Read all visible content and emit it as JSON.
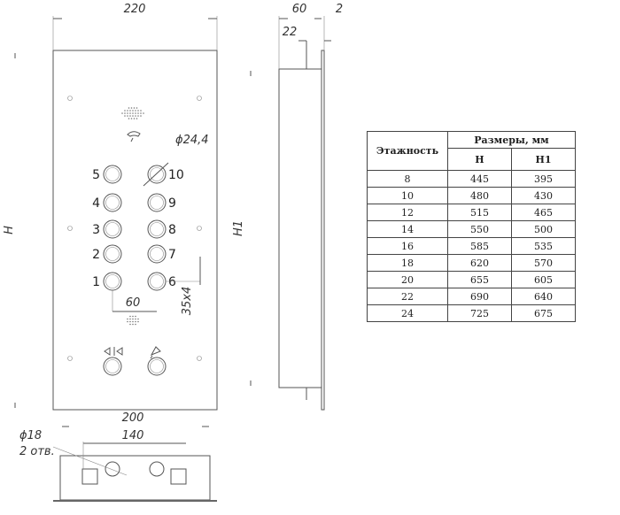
{
  "front_view": {
    "width_label": "220",
    "height_label": "H",
    "diameter_label": "ϕ24,4",
    "spacing_h_label": "60",
    "spacing_v_label": "35x4",
    "buttons_left": [
      "5",
      "4",
      "3",
      "2",
      "1"
    ],
    "buttons_right": [
      "10",
      "9",
      "8",
      "7",
      "6"
    ]
  },
  "side_view": {
    "depth_label": "60",
    "plate_label": "2",
    "offset_label": "22",
    "height_label": "H1"
  },
  "bottom_view": {
    "outer_label": "200",
    "hole_spacing_label": "140",
    "hole_label": "ϕ18",
    "hole_count_label": "2 отв."
  },
  "table": {
    "col_floors": "Этажность",
    "col_group": "Размеры, мм",
    "col_h": "H",
    "col_h1": "H1",
    "rows": [
      [
        "8",
        "445",
        "395"
      ],
      [
        "10",
        "480",
        "430"
      ],
      [
        "12",
        "515",
        "465"
      ],
      [
        "14",
        "550",
        "500"
      ],
      [
        "16",
        "585",
        "535"
      ],
      [
        "18",
        "620",
        "570"
      ],
      [
        "20",
        "655",
        "605"
      ],
      [
        "22",
        "690",
        "640"
      ],
      [
        "24",
        "725",
        "675"
      ]
    ]
  }
}
